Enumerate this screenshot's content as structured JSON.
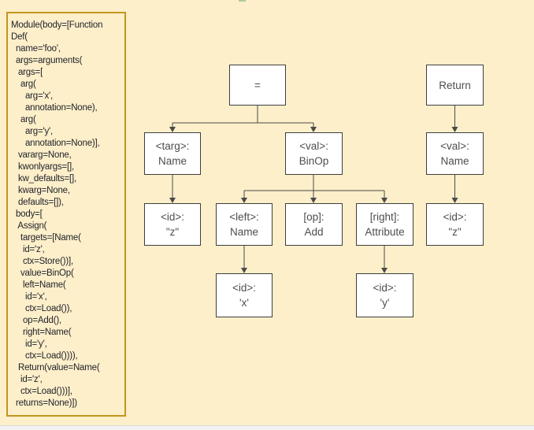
{
  "colors": {
    "canvas_color": "#FCEFC9",
    "bottom_strip_color": "#F2F2F2",
    "speck_color": "#AEC9A0",
    "panel_border_color": "#C2951E",
    "panel_text_color": "#22222B",
    "box_border_color": "#3E3E3E",
    "box_text_color": "#4D4D4D",
    "arrow_color": "#4A4A4A"
  },
  "code_panel": {
    "code": "Module(body=[Function\nDef(\n  name='foo',\n  args=arguments(\n   args=[\n    arg(\n      arg='x',\n      annotation=None),\n    arg(\n      arg='y',\n      annotation=None)],\n   vararg=None,\n   kwonlyargs=[],\n   kw_defaults=[],\n   kwarg=None,\n   defaults=[]),\n  body=[\n   Assign(\n    targets=[Name(\n     id='z',\n     ctx=Store())],\n    value=BinOp(\n     left=Name(\n      id='x',\n      ctx=Load()),\n     op=Add(),\n     right=Name(\n      id='y',\n      ctx=Load()))),\n   Return(value=Name(\n    id='z',\n    ctx=Load()))],\n  returns=None)])"
  },
  "tree": {
    "boxes": [
      {
        "name": "assign-op",
        "line1": "=",
        "line2": ""
      },
      {
        "name": "return",
        "line1": "Return",
        "line2": ""
      },
      {
        "name": "targ-name",
        "line1": "<targ>:",
        "line2": "Name"
      },
      {
        "name": "val-binop",
        "line1": "<val>:",
        "line2": "BinOp"
      },
      {
        "name": "val-name",
        "line1": "<val>:",
        "line2": "Name"
      },
      {
        "name": "id-z-assign",
        "line1": "<id>:",
        "line2": "\"z\""
      },
      {
        "name": "left-name",
        "line1": "<left>:",
        "line2": "Name"
      },
      {
        "name": "op-add",
        "line1": "[op]:",
        "line2": "Add"
      },
      {
        "name": "right-attribute",
        "line1": "[right]:",
        "line2": "Attribute"
      },
      {
        "name": "id-z-return",
        "line1": "<id>:",
        "line2": "\"z\""
      },
      {
        "name": "id-x",
        "line1": "<id>:",
        "line2": "'x'"
      },
      {
        "name": "id-y",
        "line1": "<id>:",
        "line2": "'y'"
      }
    ]
  }
}
